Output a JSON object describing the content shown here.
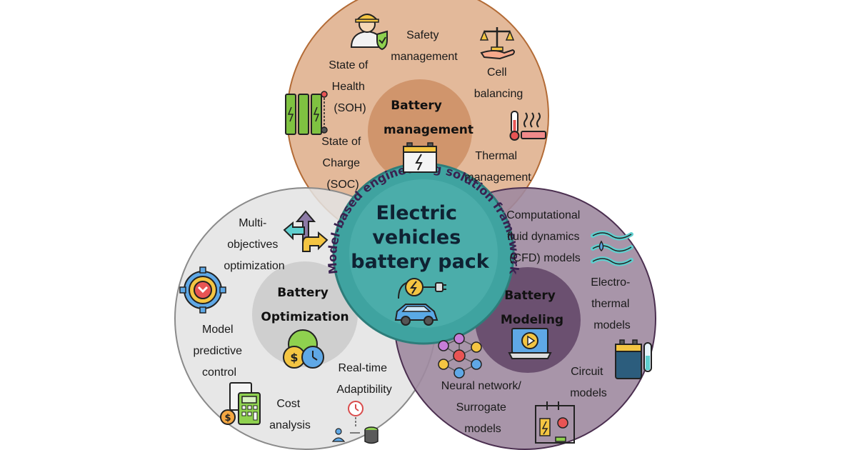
{
  "center": {
    "ring_text": "Model-based engineering solution framework",
    "title_lines": [
      "Electric",
      "vehicles",
      "battery pack"
    ]
  },
  "circles": {
    "management": {
      "hub_lines": [
        "Battery",
        "management"
      ],
      "labels": {
        "safety": [
          "Safety",
          "management"
        ],
        "soh": [
          "State of",
          "Health",
          "(SOH)"
        ],
        "cell": [
          "Cell",
          "balancing"
        ],
        "soc": [
          "State of",
          "Charge",
          "(SOC)"
        ],
        "thermal": [
          "Thermal",
          "management"
        ]
      }
    },
    "optimization": {
      "hub_lines": [
        "Battery",
        "Optimization"
      ],
      "labels": {
        "multi": [
          "Multi-",
          "objectives",
          "optimization"
        ],
        "mpc": [
          "Model",
          "predictive",
          "control"
        ],
        "realtime": [
          "Real-time",
          "Adaptibility"
        ],
        "cost": [
          "Cost",
          "analysis"
        ]
      }
    },
    "modeling": {
      "hub_lines": [
        "Battery",
        "Modeling"
      ],
      "labels": {
        "cfd": [
          "Computational",
          "fluid dynamics",
          "(CFD) models"
        ],
        "electro": [
          "Electro-",
          "thermal",
          "models"
        ],
        "circuit": [
          "Circuit",
          "models"
        ],
        "neural": [
          "Neural network/",
          "Surrogate",
          "models"
        ]
      }
    }
  },
  "colors": {
    "management_outer": "#e3b99a",
    "management_inner": "#d0956c",
    "optimization_outer": "#e3e3e3",
    "optimization_inner": "#cfcfcf",
    "modeling_outer": "#9f8aa0",
    "modeling_inner": "#6b5070",
    "center": "#3fa3a0",
    "ring_text": "#3a2250"
  },
  "icons": [
    "worker-shield-icon",
    "scales-hand-icon",
    "battery-cells-icon",
    "heater-thermometer-icon",
    "car-battery-icon",
    "electric-car-plug-icon",
    "road-arrows-icon",
    "target-gear-icon",
    "money-gear-icon",
    "calculator-coins-icon",
    "clock-database-icon",
    "air-flow-icon",
    "battery-tube-icon",
    "laptop-play-icon",
    "neural-network-icon",
    "circuit-board-icon"
  ]
}
